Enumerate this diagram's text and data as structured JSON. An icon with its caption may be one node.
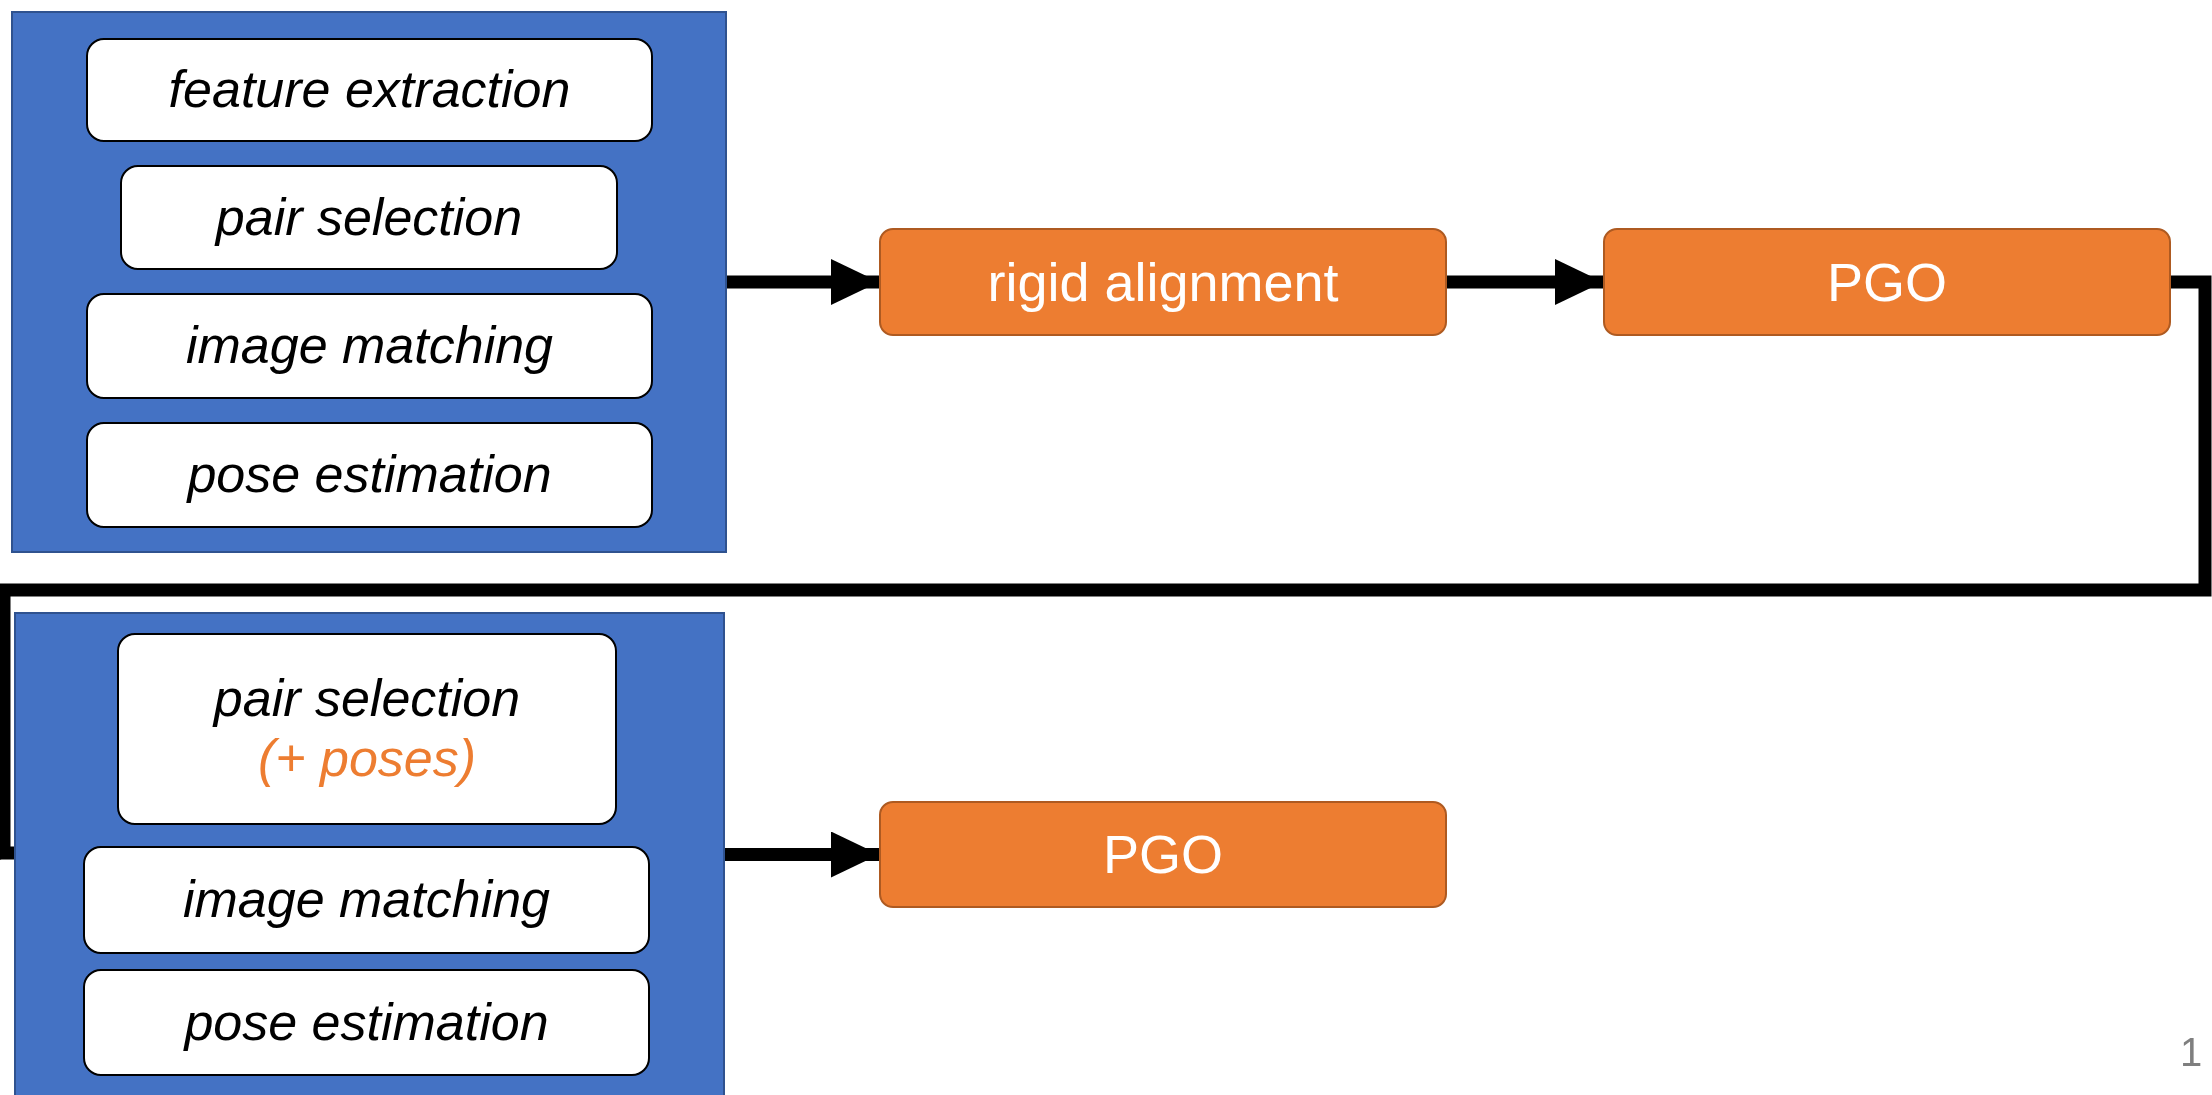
{
  "diagram": {
    "nodes": [
      {
        "text": [],
        "shape": "box"
      },
      {
        "text": [
          "feature extraction"
        ],
        "in": 0
      },
      {
        "text": [
          "pair selection"
        ],
        "in": 0
      },
      {
        "text": [
          "image matching"
        ],
        "in": 0
      },
      {
        "text": [
          "pose estimation"
        ],
        "in": 0
      },
      {
        "text": [
          "rigid alignment"
        ]
      },
      {
        "text": [
          "PGO"
        ]
      },
      {
        "text": [],
        "shape": "box"
      },
      {
        "text": [
          "pair selection",
          "(+ poses)"
        ],
        "in": 7
      },
      {
        "text": [
          "image matching"
        ],
        "in": 7
      },
      {
        "text": [
          "pose estimation"
        ],
        "in": 7
      },
      {
        "text": [
          "PGO"
        ]
      }
    ],
    "edges": [
      {
        "from": 0,
        "to": 5,
        "arrow": "to"
      },
      {
        "from": 5,
        "to": 6,
        "arrow": "to"
      },
      {
        "from": 6,
        "to": 7,
        "arrow": "to"
      },
      {
        "from": 7,
        "to": 11,
        "arrow": "to"
      }
    ],
    "labels": [
      "1"
    ]
  }
}
